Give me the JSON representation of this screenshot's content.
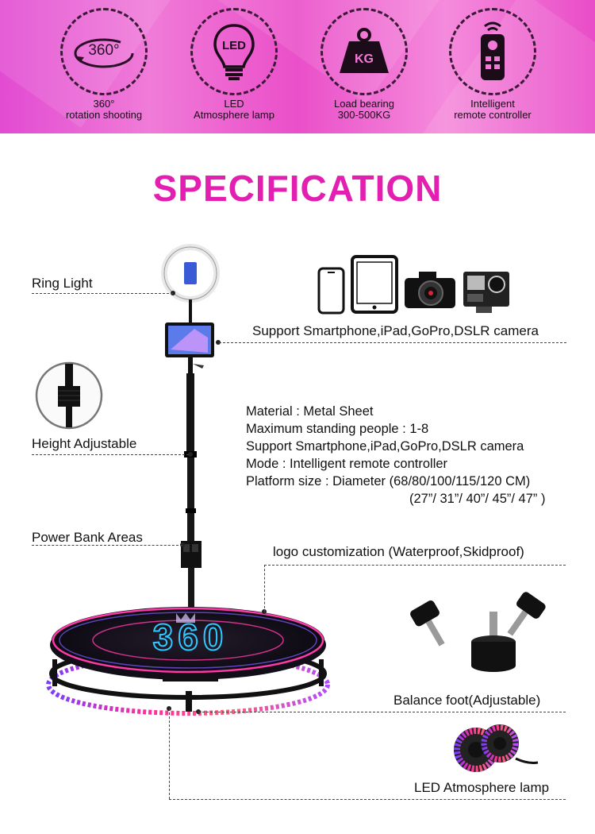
{
  "features": [
    {
      "icon": "rotation-360-icon",
      "icon_text": "360°",
      "line1": "360°",
      "line2": "rotation shooting"
    },
    {
      "icon": "led-bulb-icon",
      "icon_text": "LED",
      "line1": "LED",
      "line2": "Atmosphere lamp"
    },
    {
      "icon": "weight-kg-icon",
      "icon_text": "KG",
      "line1": "Load bearing",
      "line2": "300-500KG"
    },
    {
      "icon": "remote-control-icon",
      "icon_text": "",
      "line1": "Intelligent",
      "line2": "remote controller"
    }
  ],
  "title": "SPECIFICATION",
  "callouts": {
    "ring_light": "Ring Light",
    "height_adjustable": "Height Adjustable",
    "power_bank": "Power Bank Areas",
    "support_devices": "Support Smartphone,iPad,GoPro,DSLR camera",
    "logo_custom": "logo customization (Waterproof,Skidproof)",
    "balance_foot": "Balance foot(Adjustable)",
    "led_lamp": "LED Atmosphere lamp"
  },
  "specs": [
    "Material : Metal Sheet",
    "Maximum standing people : 1-8",
    "Support Smartphone,iPad,GoPro,DSLR camera",
    "Mode : Intelligent remote controller",
    "Platform size : Diameter (68/80/100/115/120 CM)",
    "(27”/ 31”/ 40”/ 45”/ 47” )"
  ],
  "platform_text": "360",
  "colors": {
    "banner": "#ea5ccf",
    "title": "#e21fb0",
    "platform_neon": "#ff3aa8"
  }
}
